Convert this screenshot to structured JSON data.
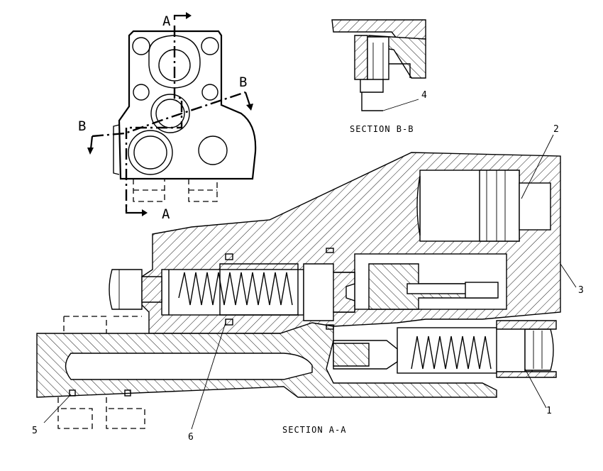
{
  "labels": {
    "section_bb": "SECTION B-B",
    "section_aa": "SECTION A-A",
    "cut_a_top": "A",
    "cut_a_bottom": "A",
    "cut_b_left": "B",
    "cut_b_right": "B"
  },
  "callouts": {
    "c1": "1",
    "c2": "2",
    "c3": "3",
    "c4": "4",
    "c5": "5",
    "c6": "6"
  },
  "colors": {
    "ink": "#000000",
    "paper": "#ffffff"
  }
}
